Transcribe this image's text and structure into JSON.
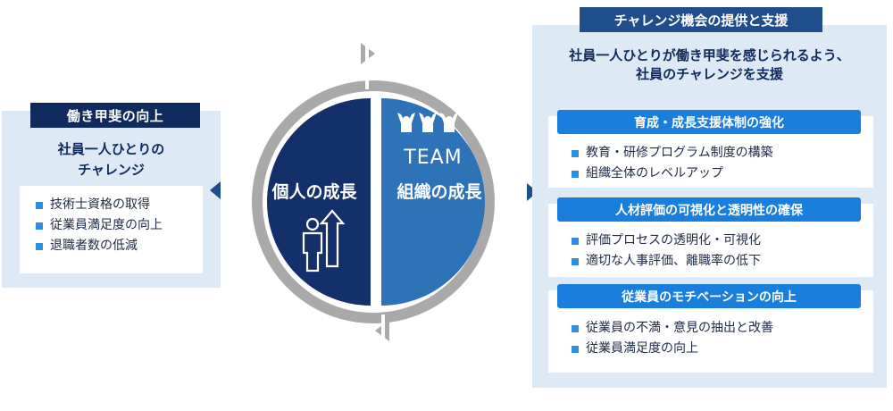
{
  "left": {
    "title": "働き甲斐の向上",
    "subtitle_line1": "社員一人ひとりの",
    "subtitle_line2": "チャレンジ",
    "items": [
      "技術士資格の取得",
      "従業員満足度の向上",
      "退職者数の低減"
    ]
  },
  "center": {
    "left_label": "個人の成長",
    "right_label": "組織の成長",
    "team_label": "TEAM"
  },
  "right": {
    "title": "チャレンジ機会の提供と支援",
    "subtitle_line1": "社員一人ひとりが働き甲斐を感じられるよう、",
    "subtitle_line2": "社員のチャレンジを支援",
    "sections": [
      {
        "heading": "育成・成長支援体制の強化",
        "items": [
          "教育・研修プログラム制度の構築",
          "組織全体のレベルアップ"
        ]
      },
      {
        "heading": "人材評価の可視化と透明性の確保",
        "items": [
          "評価プロセスの透明化・可視化",
          "適切な人事評価、離職率の低下"
        ]
      },
      {
        "heading": "従業員のモチベーションの向上",
        "items": [
          "従業員の不満・意見の抽出と改善",
          "従業員満足度の向上"
        ]
      }
    ]
  },
  "colors": {
    "navy": "#0f2a5c",
    "dark_blue": "#13306b",
    "mid_blue": "#2e72b8",
    "accent": "#1a7fdc",
    "panel_bg": "#dde9f5",
    "ring_gray": "#a9a9a9"
  },
  "icons": [
    "person-growth-arrow-icon",
    "team-people-icon"
  ]
}
